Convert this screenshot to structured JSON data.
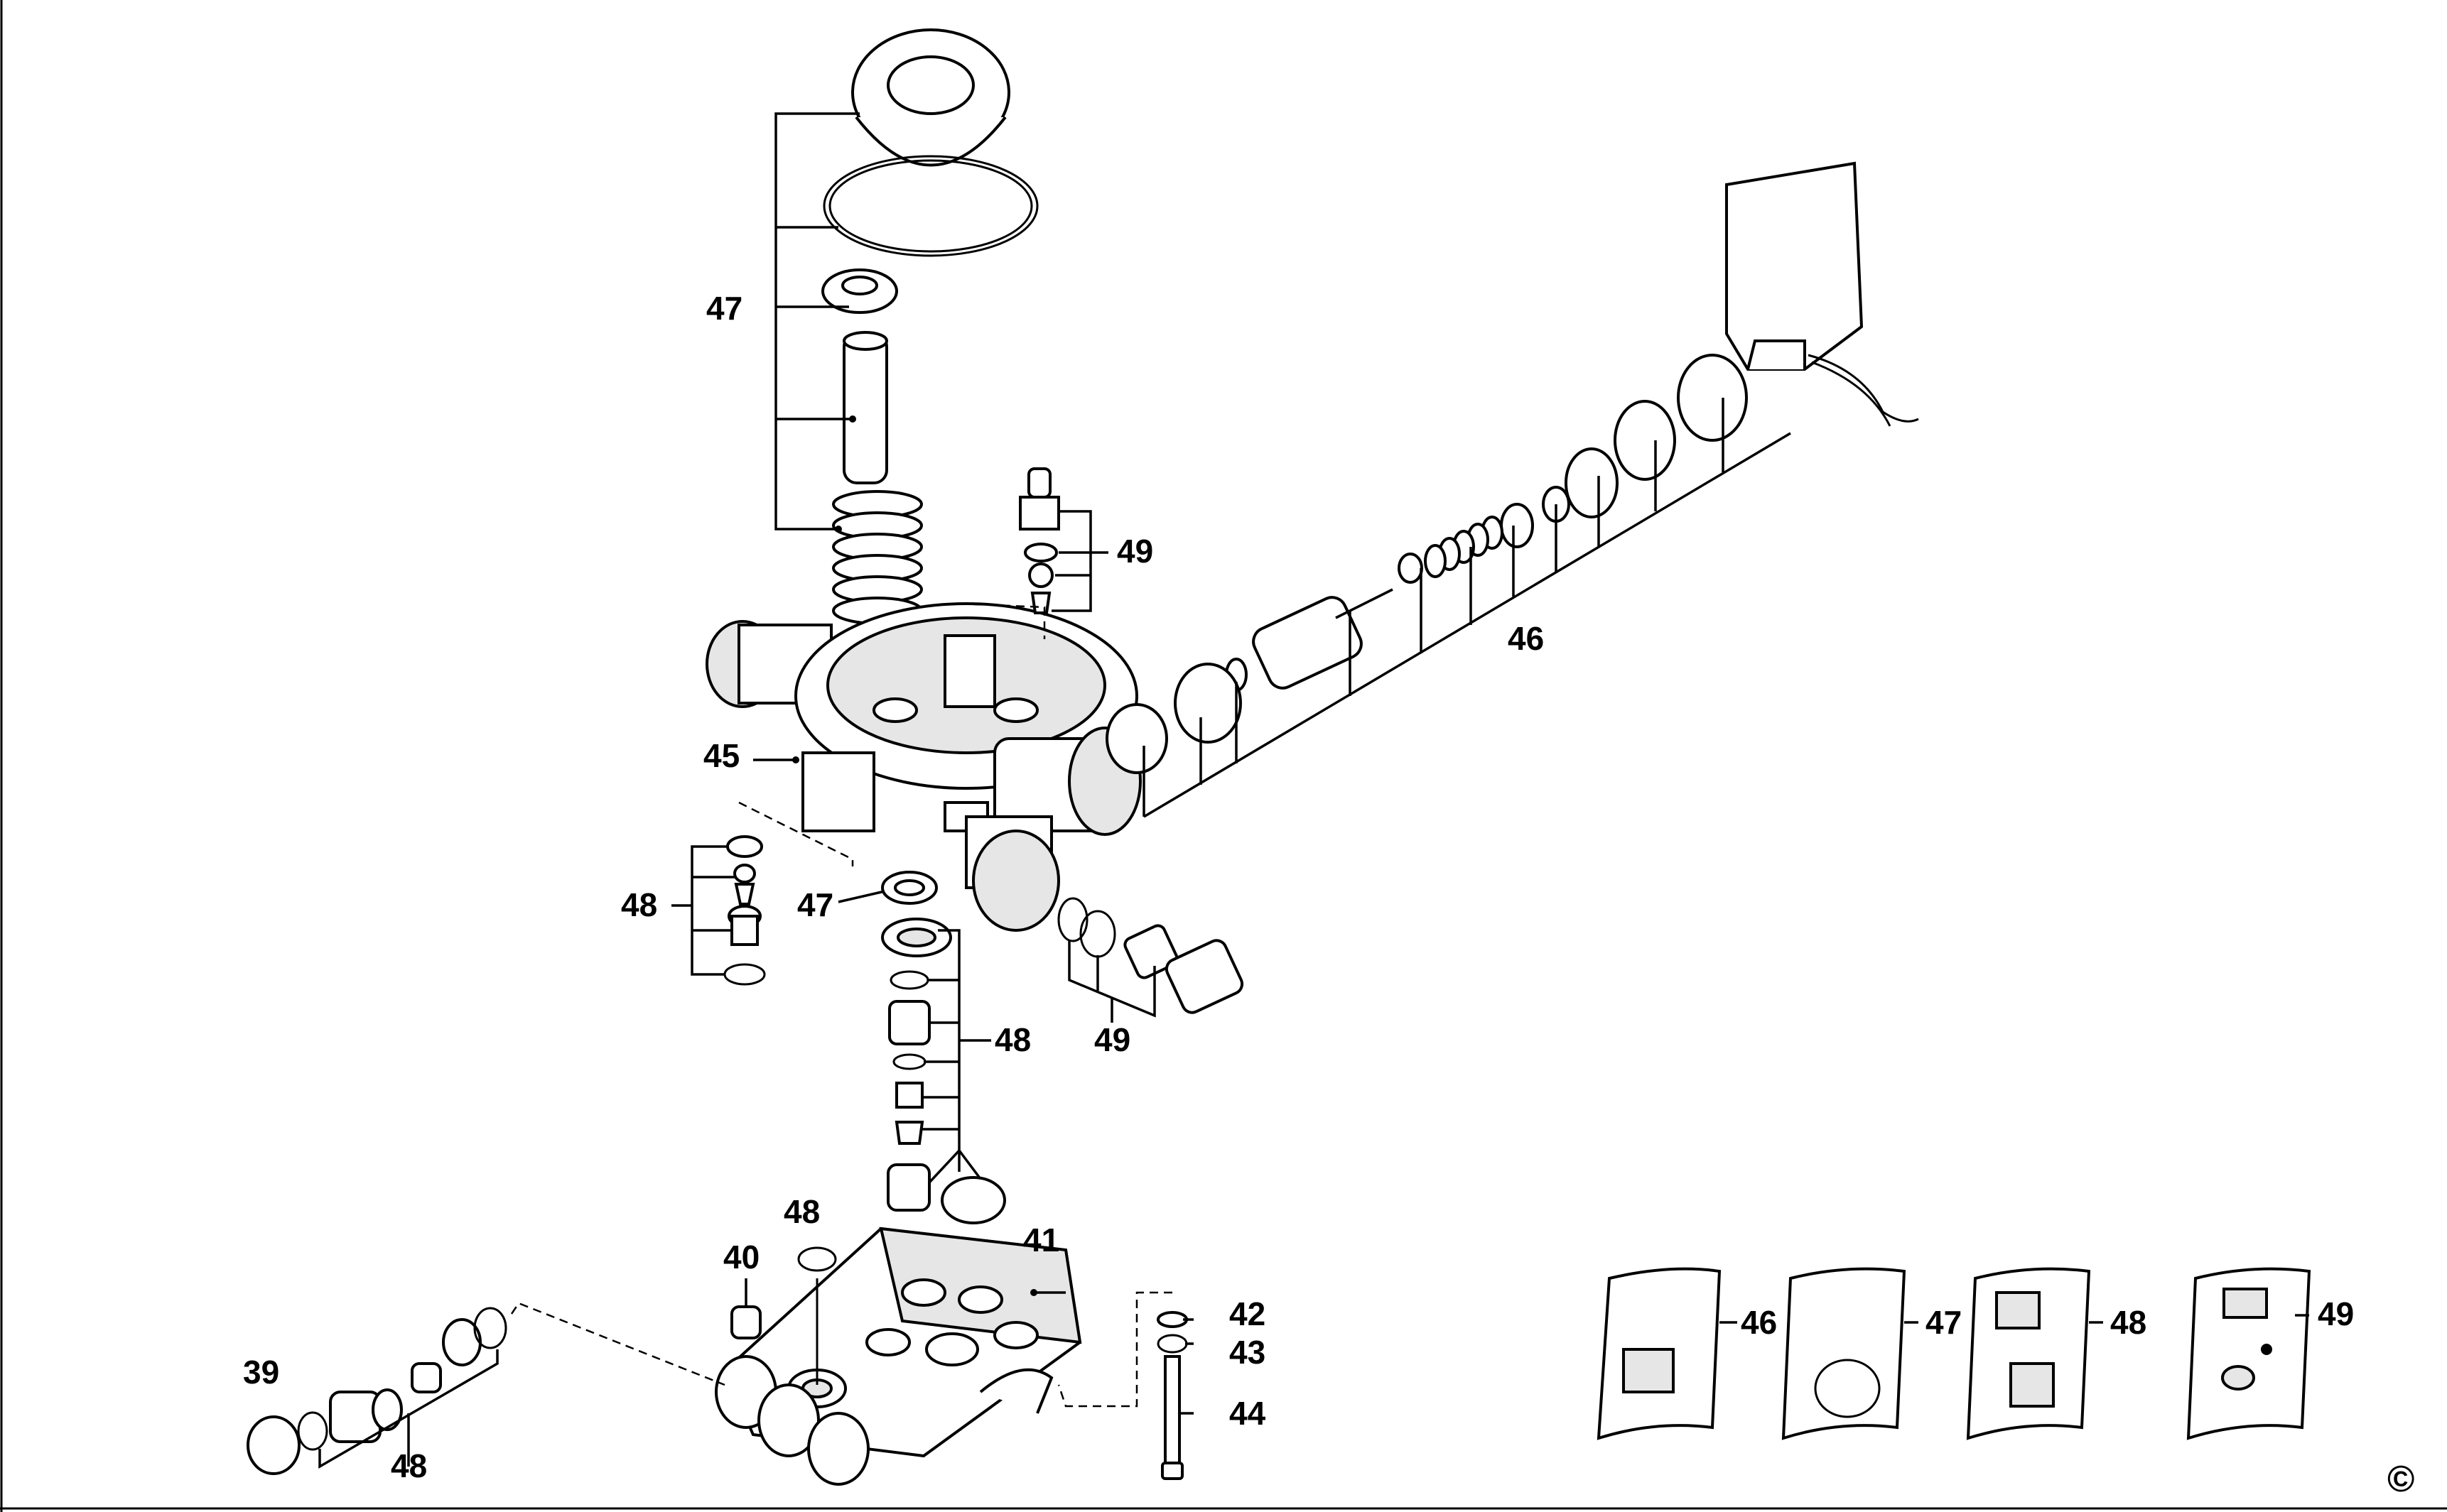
{
  "diagram": {
    "labels": {
      "l39": "39",
      "l40": "40",
      "l41": "41",
      "l42": "42",
      "l43": "43",
      "l44": "44",
      "l45": "45",
      "l46": "46",
      "l47a": "47",
      "l47b": "47",
      "l48a": "48",
      "l48b": "48",
      "l48c": "48",
      "l48d": "48",
      "l49a": "49",
      "l49b": "49"
    },
    "kits": {
      "k46": "46",
      "k47": "47",
      "k48": "48",
      "k49": "49"
    },
    "copyright": "©"
  }
}
